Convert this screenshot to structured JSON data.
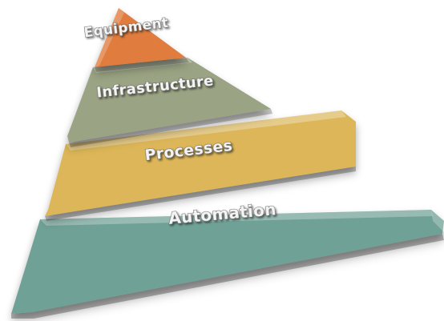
{
  "pyramid": {
    "tiers": [
      {
        "label": "Equipment",
        "color": "#e07b3c"
      },
      {
        "label": "Infrastructure",
        "color": "#9aa383"
      },
      {
        "label": "Processes",
        "color": "#dcb659"
      },
      {
        "label": "Automation",
        "color": "#6fa196"
      }
    ]
  }
}
